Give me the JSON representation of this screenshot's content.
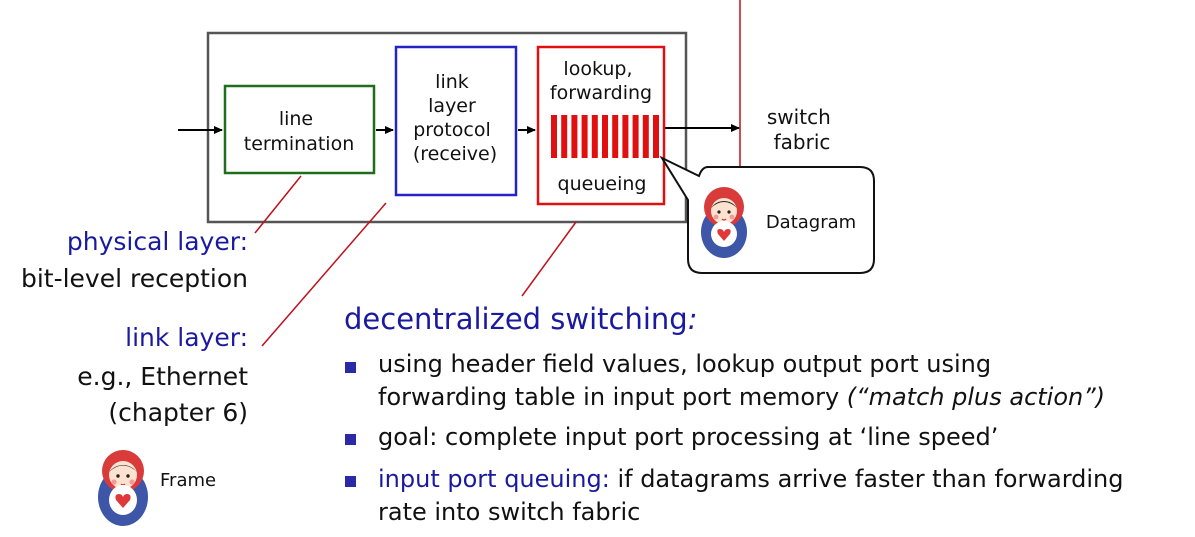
{
  "blocks": {
    "line_termination": [
      "line",
      "termination"
    ],
    "link_layer_protocol": [
      "link",
      "layer",
      "protocol",
      "(receive)"
    ],
    "lookup_forwarding": [
      "lookup,",
      "forwarding"
    ],
    "queueing": "queueing",
    "switch_fabric": [
      "switch",
      "fabric"
    ]
  },
  "callout": {
    "label": "Datagram"
  },
  "left": {
    "physical_title": "physical layer:",
    "physical_desc": "bit-level reception",
    "link_title": "link layer:",
    "link_desc1": "e.g., Ethernet",
    "link_desc2": "(chapter 6)",
    "frame_label": "Frame"
  },
  "right": {
    "heading": "decentralized switching",
    "heading_colon": ":",
    "bullets": {
      "b1_line1": "using header field values, lookup output port using",
      "b1_line2": "forwarding table in input port memory ",
      "b1_italic": "(“match plus action”)",
      "b2": "goal: complete input port processing at ‘line speed’",
      "b3_blue": "input port queuing:",
      "b3_rest": " if datagrams arrive faster than forwarding",
      "b3_line2": "rate into switch fabric"
    }
  },
  "colors": {
    "line_termination": "#1e6e1e",
    "link_layer": "#2323c8",
    "lookup": "#e01010",
    "accent_text": "#1a1aa0",
    "pointer_lines": "#c0101a"
  }
}
